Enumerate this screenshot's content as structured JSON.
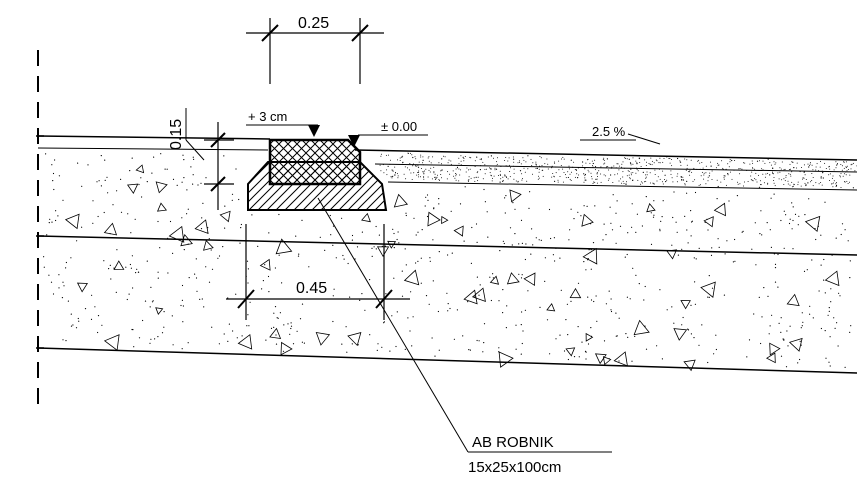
{
  "dimensions": {
    "curb_top_width": "0.25",
    "curb_height": "0.15",
    "foundation_width": "0.45"
  },
  "elevations": {
    "curb_top": "+ 3 cm",
    "road_edge": "± 0.00"
  },
  "slope": {
    "value": "2.5 %"
  },
  "callout": {
    "line1": "AB  ROBNIK",
    "line2": "15x25x100cm"
  },
  "colors": {
    "ink": "#000000",
    "background": "#ffffff"
  }
}
